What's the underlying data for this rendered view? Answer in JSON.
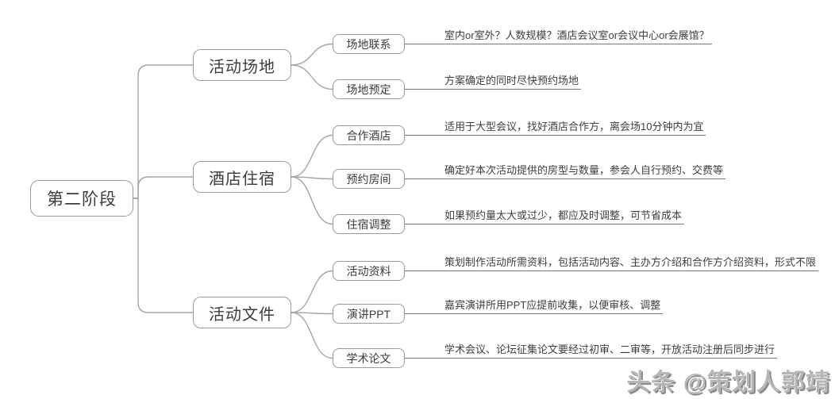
{
  "diagram": {
    "type": "mindmap",
    "root": {
      "label": "第二阶段"
    },
    "branches": [
      {
        "label": "活动场地",
        "children": [
          {
            "label": "场地联系",
            "note": "室内or室外？人数规模？酒店会议室or会议中心or会展馆？"
          },
          {
            "label": "场地预定",
            "note": "方案确定的同时尽快预约场地"
          }
        ]
      },
      {
        "label": "酒店住宿",
        "children": [
          {
            "label": "合作酒店",
            "note": "适用于大型会议，找好酒店合作方，离会场10分钟内为宜"
          },
          {
            "label": "预约房间",
            "note": "确定好本次活动提供的房型与数量，参会人自行预约、交费等"
          },
          {
            "label": "住宿调整",
            "note": "如果预约量太大或过少，都应及时调整，可节省成本"
          }
        ]
      },
      {
        "label": "活动文件",
        "children": [
          {
            "label": "活动资料",
            "note": "策划制作活动所需资料，包括活动内容、主办方介绍和合作方介绍资料，形式不限"
          },
          {
            "label": "演讲PPT",
            "note": "嘉宾演讲所用PPT应提前收集，以便审核、调整"
          },
          {
            "label": "学术论文",
            "note": "学术会议、论坛征集论文要经过初审、二审等，开放活动注册后同步进行"
          }
        ]
      }
    ],
    "watermark": {
      "text": "头条 @策划人郭靖"
    },
    "colors": {
      "background": "#ffffff",
      "line": "#a5a5a5",
      "node_border": "#9a9a9a",
      "node_text": "#3c3c3c",
      "note_text": "#404040",
      "note_underline": "#777777",
      "watermark_gray": "#b6b6b6"
    }
  }
}
